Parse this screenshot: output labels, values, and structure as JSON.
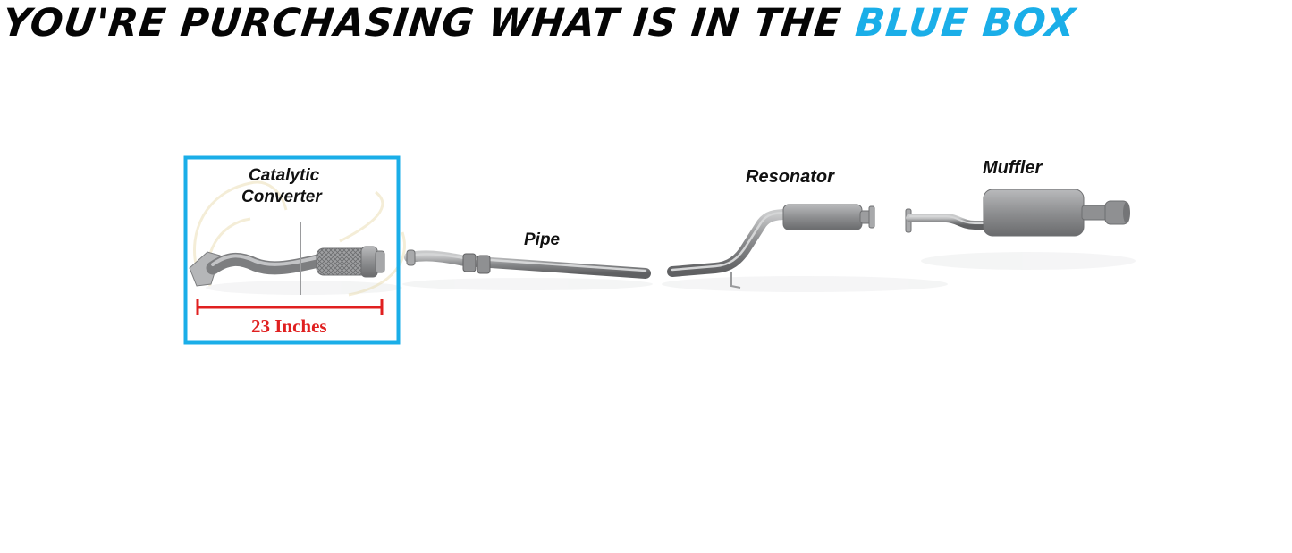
{
  "headline": {
    "text_black": "YOU'RE PURCHASING WHAT IS IN THE ",
    "text_blue": "BLUE BOX"
  },
  "parts": {
    "catalytic_line1": "Catalytic",
    "catalytic_line2": "Converter",
    "pipe": "Pipe",
    "resonator": "Resonator",
    "muffler": "Muffler"
  },
  "measurement": {
    "label": "23 Inches"
  },
  "colors": {
    "box_blue": "#1aaee8",
    "measure_red": "#e02020",
    "part_gray": "#8f9092",
    "headline_black": "#050505"
  }
}
